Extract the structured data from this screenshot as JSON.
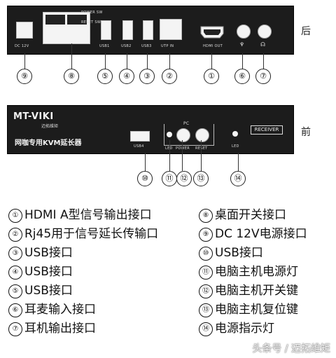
{
  "back_panel": {
    "side_label": "后",
    "dc_label": "DC 12V",
    "usb1_label": "USB1",
    "usb2_label": "USB2",
    "usb3_label": "USB3",
    "utp_label": "UTP IN",
    "hdmi_label": "HDMI OUT",
    "power_sw_label": "POWER SW",
    "reset_sw_label": "RESET SW",
    "callouts": [
      "⑨",
      "⑧",
      "⑤",
      "④",
      "③",
      "②",
      "①",
      "⑥",
      "⑦"
    ]
  },
  "front_panel": {
    "side_label": "前",
    "brand": "MT-VIKI",
    "brand_sub": "迈拓维矩",
    "product_name": "网咖专用KVM延长器",
    "pc_label": "PC",
    "usb4_label": "USB4",
    "led_label": "LED",
    "power_label": "POWER",
    "reset_label": "RESET",
    "led2_label": "LED",
    "receiver_label": "RECEIVER",
    "callouts": [
      "⑩",
      "⑪",
      "⑫",
      "⑬",
      "⑭"
    ]
  },
  "legend": {
    "left": [
      {
        "num": "①",
        "text": "HDMI A型信号输出接口"
      },
      {
        "num": "②",
        "text": "Rj45用于信号延长传输口"
      },
      {
        "num": "③",
        "text": "USB接口"
      },
      {
        "num": "④",
        "text": "USB接口"
      },
      {
        "num": "⑤",
        "text": "USB接口"
      },
      {
        "num": "⑥",
        "text": "耳麦输入接口"
      },
      {
        "num": "⑦",
        "text": "耳机输出接口"
      }
    ],
    "right": [
      {
        "num": "⑧",
        "text": "桌面开关接口"
      },
      {
        "num": "⑨",
        "text": "DC 12V电源接口"
      },
      {
        "num": "⑩",
        "text": "USB接口"
      },
      {
        "num": "⑪",
        "text": "电脑主机电源灯"
      },
      {
        "num": "⑫",
        "text": "电脑主机开关键"
      },
      {
        "num": "⑬",
        "text": "电脑主机复位键"
      },
      {
        "num": "⑭",
        "text": "电源指示灯"
      }
    ]
  },
  "watermark": "头条号 / 迈拓维矩"
}
